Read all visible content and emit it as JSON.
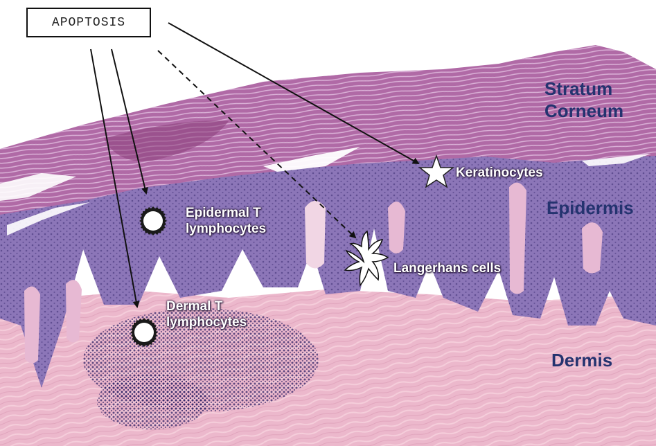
{
  "apoptosis_label": "APOPTOSIS",
  "layers": {
    "stratum_corneum": "Stratum Corneum",
    "epidermis": "Epidermis",
    "dermis": "Dermis"
  },
  "cells": {
    "keratinocytes": "Keratinocytes",
    "epidermal_t_lymphocytes": "Epidermal T lymphocytes",
    "langerhans_cells": "Langerhans cells",
    "dermal_t_lymphocytes": "Dermal T lymphocytes"
  },
  "colors": {
    "layer_text": "#24336f",
    "cell_text": "#ffffff",
    "stratum_corneum_tissue": "#b06aa6",
    "epidermis_tissue": "#8c76b8",
    "dermis_tissue": "#ecb8cc"
  },
  "icons": [
    "star-icon",
    "spiky-circle-icon",
    "dendritic-cell-icon"
  ]
}
